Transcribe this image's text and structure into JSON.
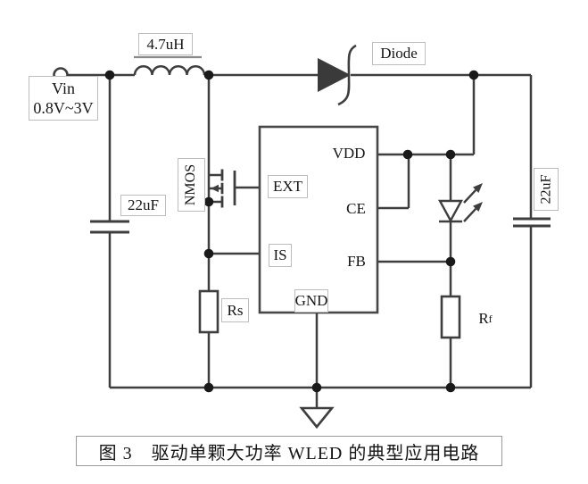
{
  "diagram": {
    "caption": "图 3　驱动单颗大功率 WLED 的典型应用电路",
    "source": {
      "name": "Vin",
      "range": "0.8V~3V"
    },
    "inductor_value": "4.7uH",
    "diode_label": "Diode",
    "nmos_label": "NMOS",
    "input_cap_value": "22uF",
    "output_cap_value": "22uF",
    "sense_resistor_label": "Rs",
    "feedback_resistor_base": "R",
    "feedback_resistor_sub": "f",
    "pins": {
      "ext": "EXT",
      "is": "IS",
      "gnd": "GND",
      "vdd": "VDD",
      "ce": "CE",
      "fb": "FB"
    }
  },
  "colors": {
    "wire": "#3e3e3e",
    "junction_dot": "#1a1a1a",
    "label_border": "#bdbdbd",
    "text": "#151515",
    "background": "#ffffff"
  }
}
